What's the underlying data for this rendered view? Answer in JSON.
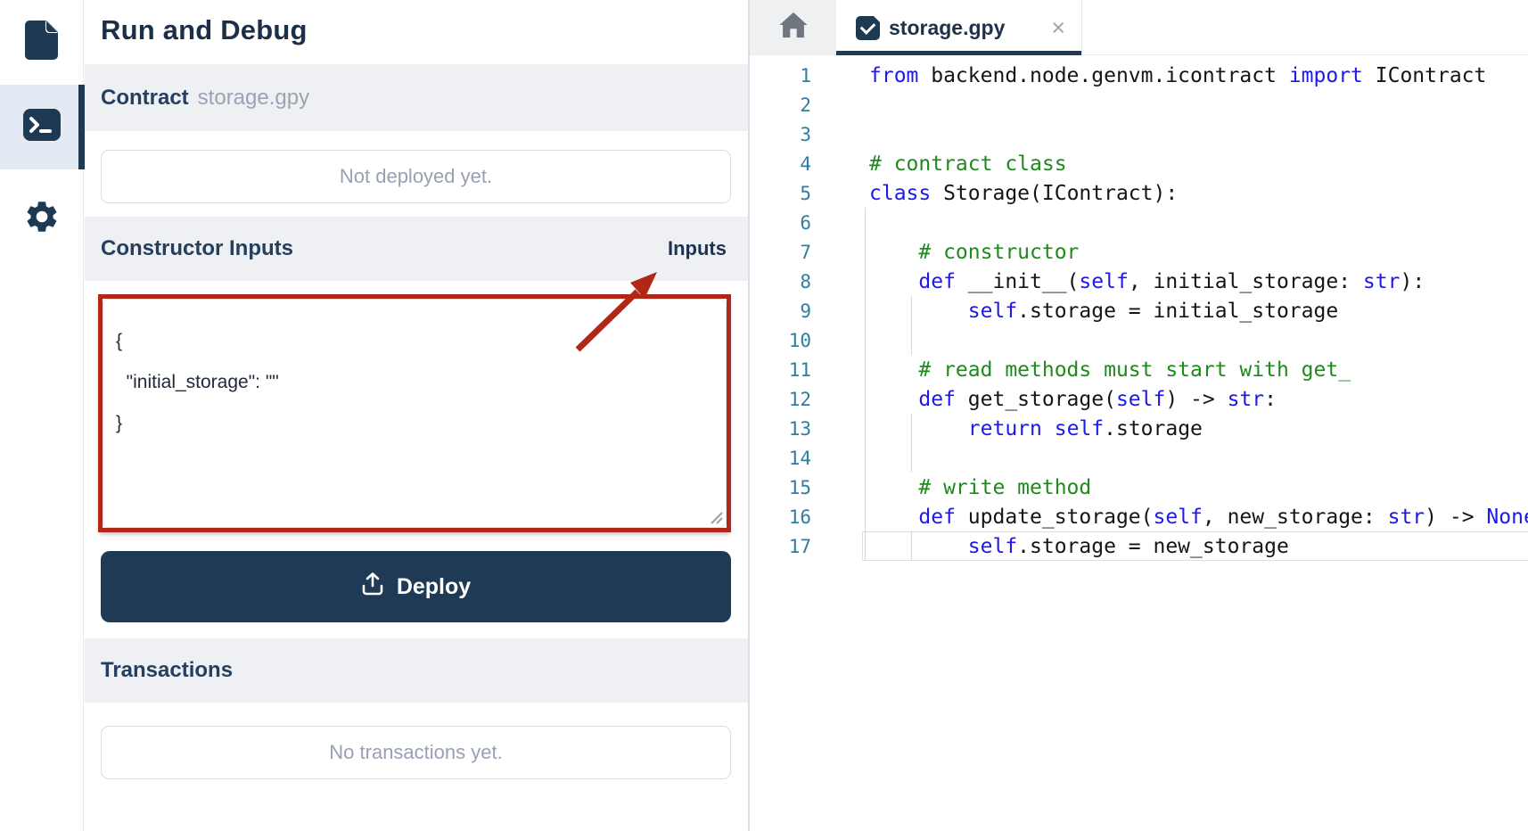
{
  "colors": {
    "navy": "#1e3a53",
    "band_gray": "#eef0f4",
    "annotation_red": "#b02718",
    "keyword_blue": "#1d18ee",
    "comment_green": "#1e8a1c",
    "line_number_teal": "#2e7ea1",
    "muted_text": "#98a1b3"
  },
  "sidebar": {
    "items": [
      {
        "id": "files",
        "icon": "file-icon",
        "active": false
      },
      {
        "id": "run-debug",
        "icon": "terminal-icon",
        "active": true
      },
      {
        "id": "settings",
        "icon": "gear-icon",
        "active": false
      }
    ]
  },
  "panel": {
    "title": "Run and Debug",
    "contract": {
      "label": "Contract",
      "file": "storage.gpy",
      "status": "Not deployed yet."
    },
    "constructor": {
      "label": "Constructor Inputs",
      "badge": "Inputs",
      "json": "{\n  \"initial_storage\": \"\"\n}"
    },
    "deploy": {
      "label": "Deploy"
    },
    "transactions": {
      "label": "Transactions",
      "empty": "No transactions yet."
    }
  },
  "editor": {
    "home_icon": "home-icon",
    "tab": {
      "title": "storage.gpy",
      "close_glyph": "×"
    },
    "lines": [
      {
        "n": 1,
        "t": [
          [
            "kw",
            "from"
          ],
          [
            "pl",
            " backend.node.genvm.icontract "
          ],
          [
            "kw",
            "import"
          ],
          [
            "pl",
            " IContract"
          ]
        ]
      },
      {
        "n": 2,
        "t": []
      },
      {
        "n": 3,
        "t": []
      },
      {
        "n": 4,
        "t": [
          [
            "cm",
            "# contract class"
          ]
        ]
      },
      {
        "n": 5,
        "t": [
          [
            "kw",
            "class"
          ],
          [
            "pl",
            " Storage(IContract):"
          ]
        ]
      },
      {
        "n": 6,
        "t": [],
        "g1": true
      },
      {
        "n": 7,
        "t": [
          [
            "pl",
            "    "
          ],
          [
            "cm",
            "# constructor"
          ]
        ],
        "g1": true
      },
      {
        "n": 8,
        "t": [
          [
            "pl",
            "    "
          ],
          [
            "kw",
            "def"
          ],
          [
            "pl",
            " __init__("
          ],
          [
            "kw",
            "self"
          ],
          [
            "pl",
            ", initial_storage: "
          ],
          [
            "kw",
            "str"
          ],
          [
            "pl",
            "):"
          ]
        ],
        "g1": true
      },
      {
        "n": 9,
        "t": [
          [
            "pl",
            "        "
          ],
          [
            "kw",
            "self"
          ],
          [
            "pl",
            ".storage = initial_storage"
          ]
        ],
        "g1": true,
        "g4": true
      },
      {
        "n": 10,
        "t": [],
        "g1": true,
        "g4": true
      },
      {
        "n": 11,
        "t": [
          [
            "pl",
            "    "
          ],
          [
            "cm",
            "# read methods must start with get_"
          ]
        ],
        "g1": true
      },
      {
        "n": 12,
        "t": [
          [
            "pl",
            "    "
          ],
          [
            "kw",
            "def"
          ],
          [
            "pl",
            " get_storage("
          ],
          [
            "kw",
            "self"
          ],
          [
            "pl",
            ") -> "
          ],
          [
            "kw",
            "str"
          ],
          [
            "pl",
            ":"
          ]
        ],
        "g1": true
      },
      {
        "n": 13,
        "t": [
          [
            "pl",
            "        "
          ],
          [
            "kw",
            "return"
          ],
          [
            "pl",
            " "
          ],
          [
            "kw",
            "self"
          ],
          [
            "pl",
            ".storage"
          ]
        ],
        "g1": true,
        "g4": true
      },
      {
        "n": 14,
        "t": [],
        "g1": true,
        "g4": true
      },
      {
        "n": 15,
        "t": [
          [
            "pl",
            "    "
          ],
          [
            "cm",
            "# write method"
          ]
        ],
        "g1": true
      },
      {
        "n": 16,
        "t": [
          [
            "pl",
            "    "
          ],
          [
            "kw",
            "def"
          ],
          [
            "pl",
            " update_storage("
          ],
          [
            "kw",
            "self"
          ],
          [
            "pl",
            ", new_storage: "
          ],
          [
            "kw",
            "str"
          ],
          [
            "pl",
            ") -> "
          ],
          [
            "kw",
            "None"
          ]
        ],
        "g1": true
      },
      {
        "n": 17,
        "t": [
          [
            "pl",
            "        "
          ],
          [
            "kw",
            "self"
          ],
          [
            "pl",
            ".storage = new_storage"
          ]
        ],
        "g1": true,
        "g4": true,
        "active": true
      }
    ]
  }
}
